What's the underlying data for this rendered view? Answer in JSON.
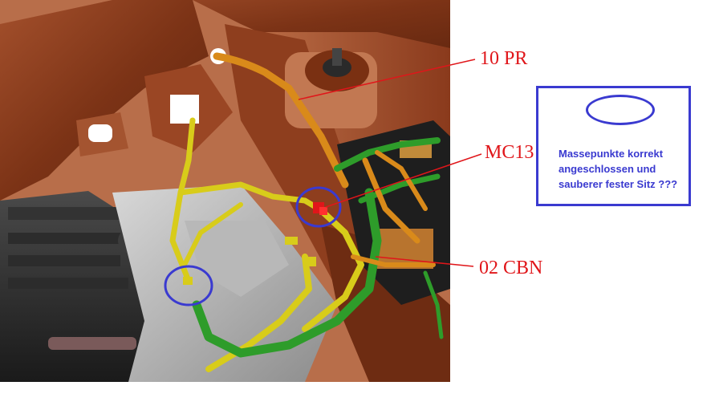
{
  "labels": {
    "callout_10pr": "10 PR",
    "callout_mc13": "MC13",
    "callout_02cbn": "02 CBN"
  },
  "note": {
    "lines": [
      "Massepunkte korrekt",
      "angeschlossen und",
      "sauberer fester Sitz ???"
    ]
  },
  "colors": {
    "callout_red": "#e0161a",
    "marker_blue": "#3a3ad0",
    "body_brown": "#8a3a1c",
    "harness_yellow": "#d8cc1a",
    "harness_green": "#2e9c2a",
    "harness_orange": "#d98a1a",
    "engine_dark": "#2a2a2a"
  }
}
